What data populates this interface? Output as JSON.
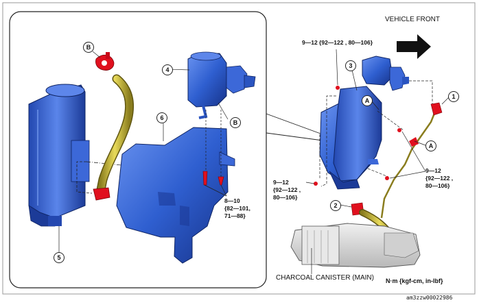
{
  "header": {
    "vehicle_front": "VEHICLE FRONT"
  },
  "callouts": {
    "c1": "1",
    "c2": "2",
    "c3": "3",
    "c4": "4",
    "c5": "5",
    "c6": "6",
    "a_main": "A",
    "a_pipe": "A",
    "b_top": "B",
    "b_bracket": "B"
  },
  "torques": {
    "t_top": "9—12 {92—122 , 80—106}",
    "t_left_1": "9—12",
    "t_left_2": "{92—122 ,",
    "t_left_3": "80—106}",
    "t_right_1": "9—12",
    "t_right_2": "{92—122 ,",
    "t_right_3": "80—106}",
    "t_detail_1": "8—10",
    "t_detail_2": "{82—101,",
    "t_detail_3": "71—88}"
  },
  "labels": {
    "charcoal": "CHARCOAL CANISTER (MAIN)",
    "units": "N·m {kgf-cm, in-lbf}",
    "doc_id": "am3zzw00022986"
  },
  "colors": {
    "part_blue": "#2f5fd0",
    "hose_yellow": "#c8b83a",
    "fastener_red": "#e0101e",
    "border": "#9a9a9a"
  }
}
